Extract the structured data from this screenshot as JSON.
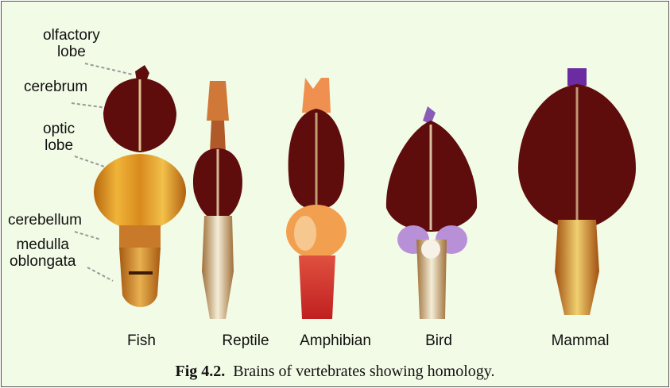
{
  "part_labels": {
    "olfactory_1": "olfactory",
    "olfactory_2": "lobe",
    "cerebrum": "cerebrum",
    "optic_1": "optic",
    "optic_2": "lobe",
    "cerebellum": "cerebellum",
    "medulla_1": "medulla",
    "medulla_2": "oblongata"
  },
  "animals": [
    "Fish",
    "Reptile",
    "Amphibian",
    "Bird",
    "Mammal"
  ],
  "caption": {
    "number": "Fig 4.2.",
    "text": "Brains of vertebrates showing homology."
  },
  "colors": {
    "background": "#f2fbe6",
    "cerebrum": "#5e0c0c",
    "optic_lobe_fish": "#d98a1c",
    "medulla": "#c87a2a",
    "bird_purple": "#8a5cb8",
    "mammal_purple": "#6a2ca0"
  }
}
